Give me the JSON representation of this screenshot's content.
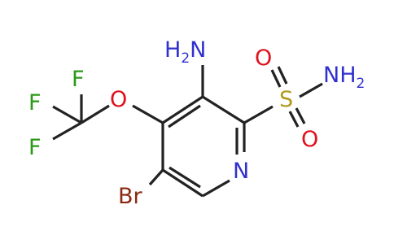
{
  "colors": {
    "bond": "#222222",
    "N": "#3030d0",
    "O": "#e0101c",
    "S": "#b09a1a",
    "F": "#2a9a18",
    "Br": "#8b2a12"
  },
  "atoms": {
    "amino_n": "H",
    "amino_n_sub": "2",
    "amino_n_tail": "N",
    "sulfonyl_s": "S",
    "oxo_top": "O",
    "oxo_bottom": "O",
    "sulfonamide_n": "NH",
    "sulfonamide_n_sub": "2",
    "ring_n": "N",
    "ether_o": "O",
    "fluoro_top": "F",
    "fluoro_left": "F",
    "fluoro_bottom": "F",
    "bromo": "Br"
  }
}
